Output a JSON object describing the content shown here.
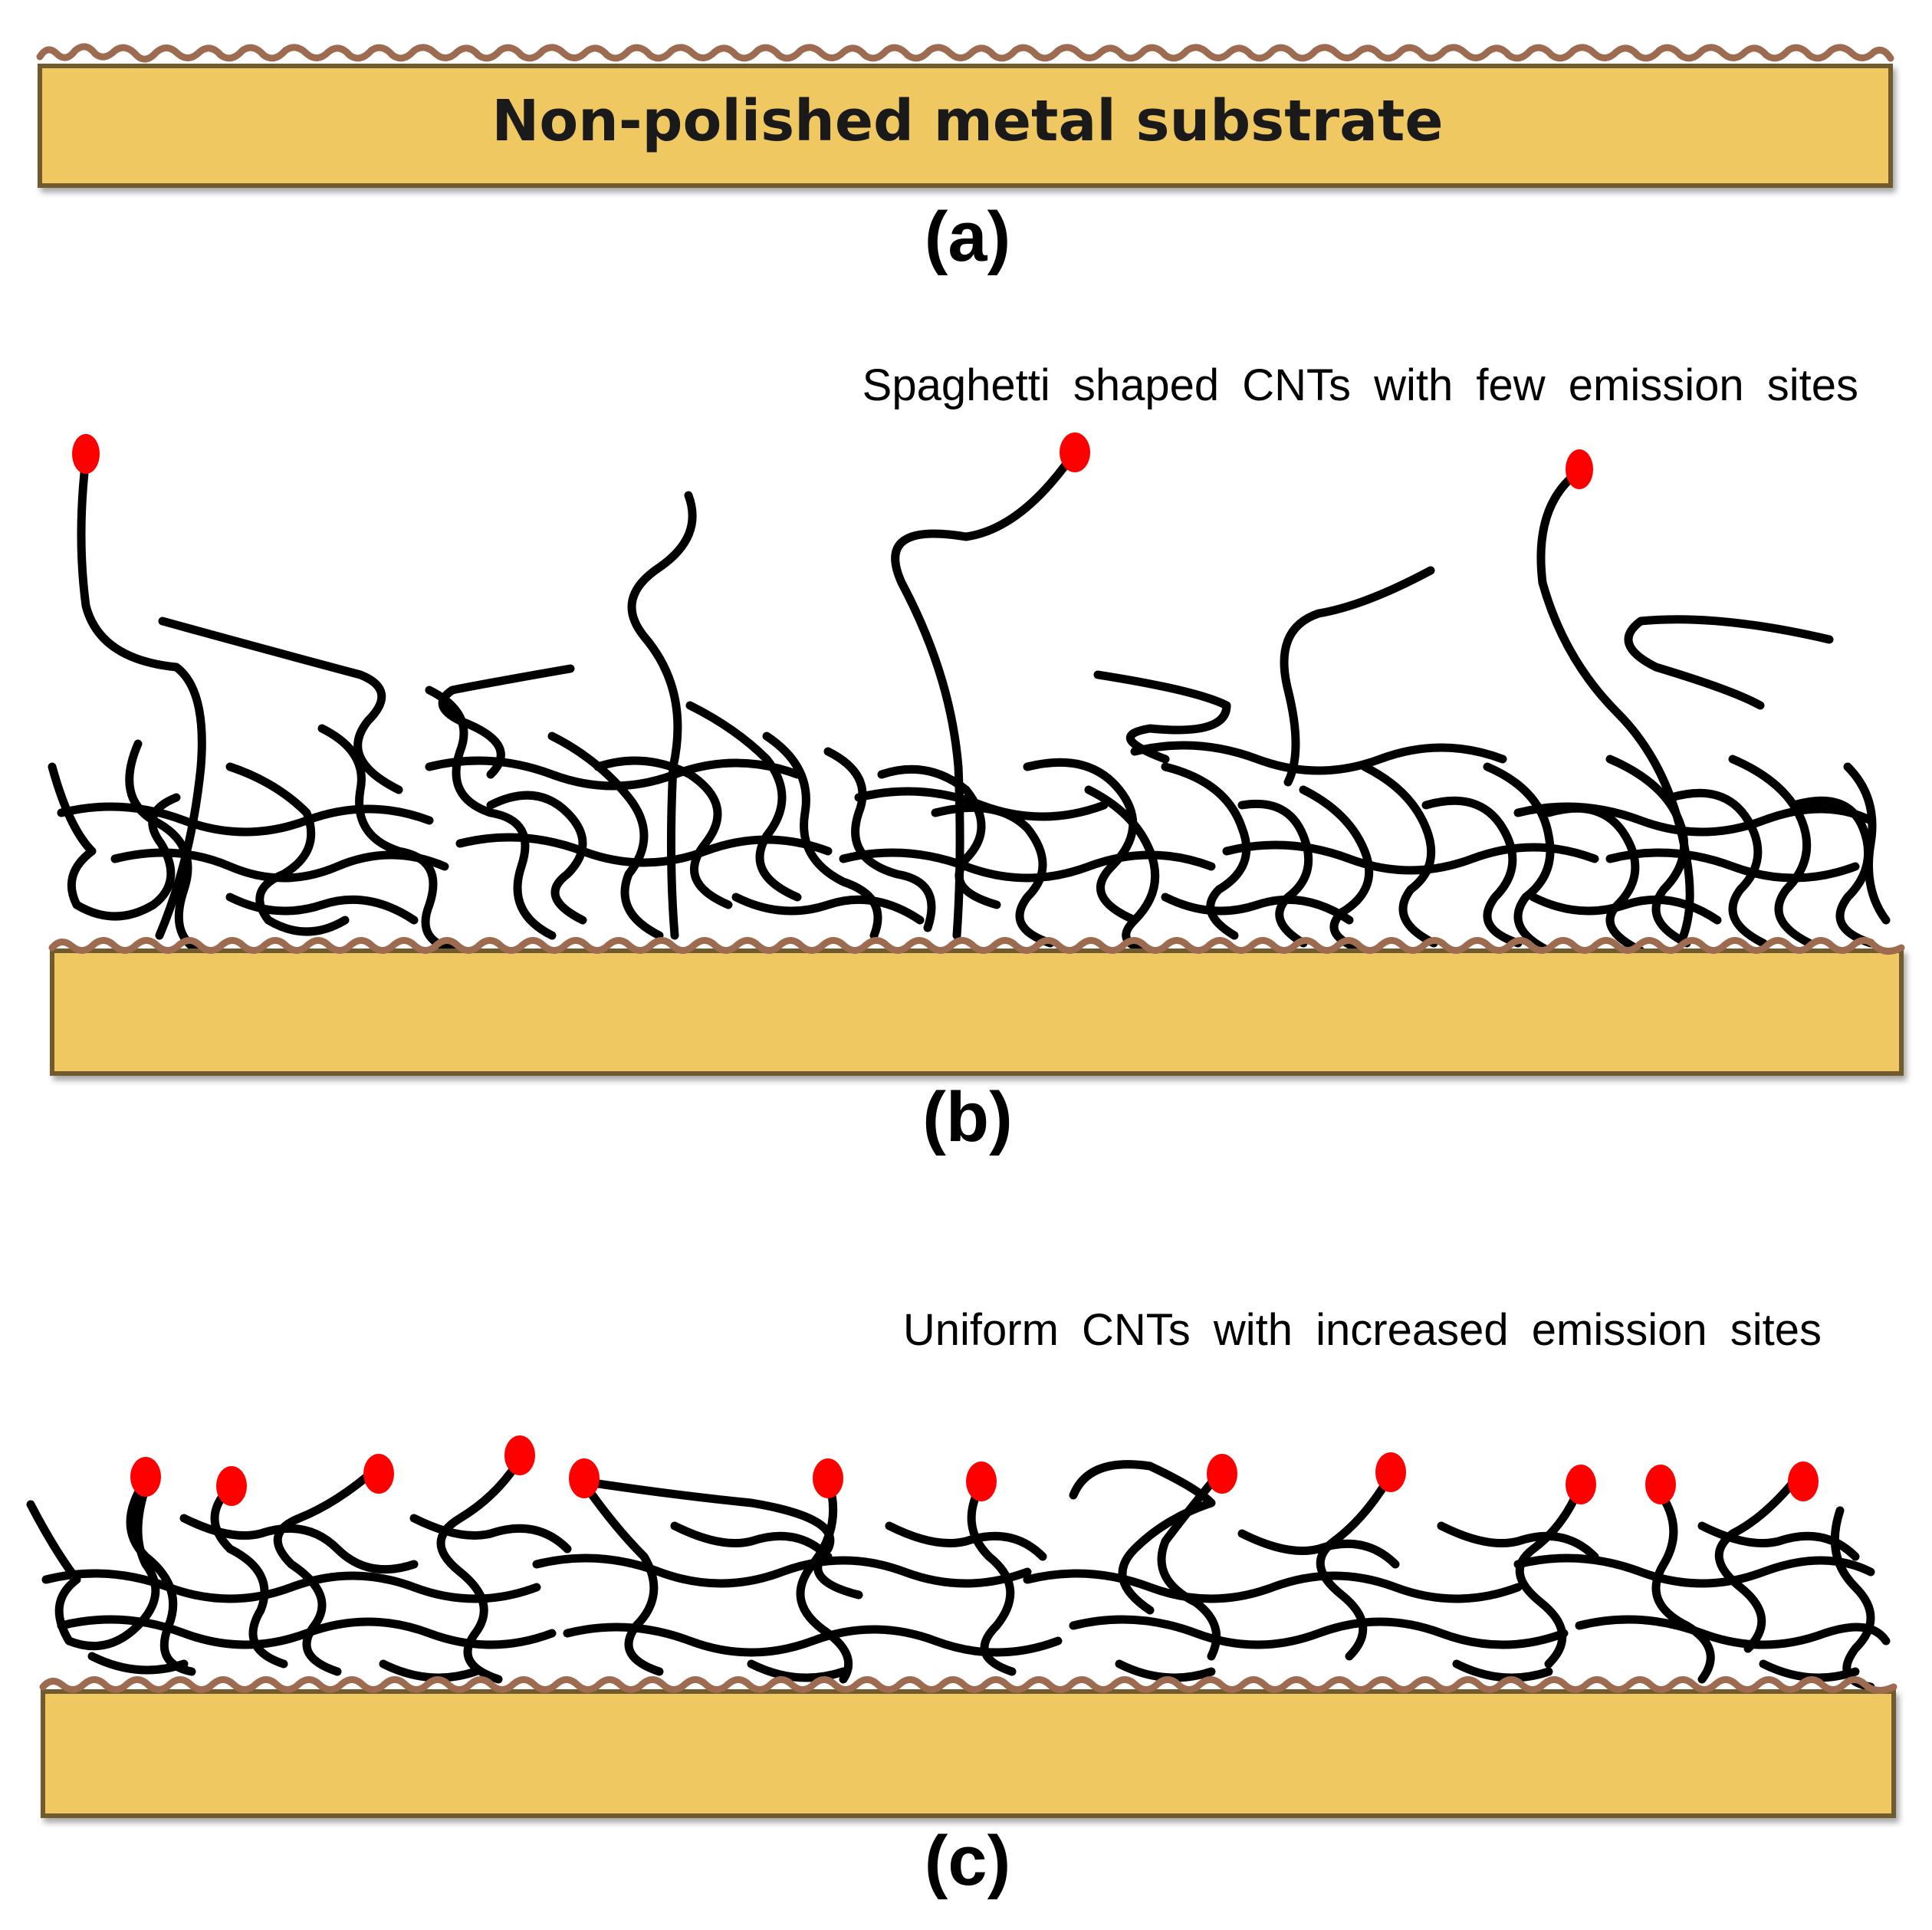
{
  "panels": {
    "a": {
      "label": "(a)",
      "substrate_label": "Non-polished metal substrate"
    },
    "b": {
      "label": "(b)",
      "caption": "Spaghetti shaped CNTs with few emission sites",
      "emission_site_count": 3
    },
    "c": {
      "label": "(c)",
      "caption": "Uniform CNTs with increased emission sites",
      "emission_site_count": 12
    }
  },
  "colors": {
    "substrate_fill": "#EFC862",
    "substrate_rough_edge": "#9C6B50",
    "substrate_outline": "#6F5A2E",
    "cnt_stroke": "#000000",
    "emission_site": "#FF0000"
  }
}
